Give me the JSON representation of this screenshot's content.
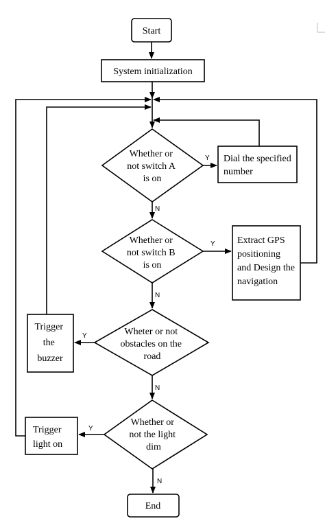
{
  "nodes": {
    "start": "Start",
    "init": "System initialization",
    "decision_a": [
      "Whether or",
      "not switch A",
      "is on"
    ],
    "dial": [
      "Dial the specified",
      "number"
    ],
    "decision_b": [
      "Whether or",
      "not switch B",
      "is on"
    ],
    "gps": [
      "Extract GPS",
      "positioning",
      "and Design the",
      "navigation"
    ],
    "decision_obstacle": [
      "Wheter or not",
      "obstacles on the",
      "road"
    ],
    "buzzer": [
      "Trigger",
      "the",
      "buzzer"
    ],
    "decision_light": [
      "Whether or",
      "not the light",
      "dim"
    ],
    "light": [
      "Trigger",
      "light on"
    ],
    "end": "End"
  },
  "edge_labels": {
    "yes": "Y",
    "no": "N"
  }
}
